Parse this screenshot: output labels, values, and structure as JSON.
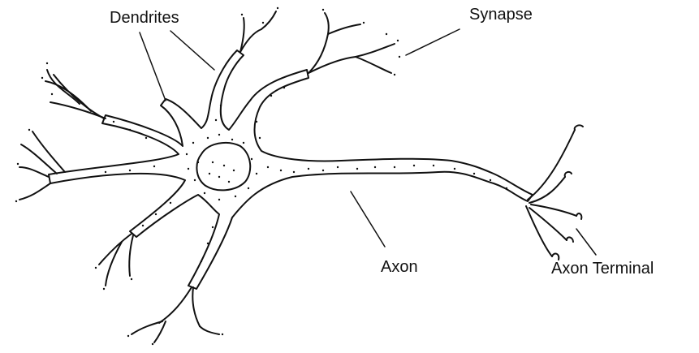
{
  "labels": {
    "dendrites": "Dendrites",
    "synapse": "Synapse",
    "axon": "Axon",
    "axon_terminal": "Axon Terminal"
  },
  "colors": {
    "ink": "#111111",
    "cell_fill": "#ffffff",
    "background": "#ffffff"
  }
}
